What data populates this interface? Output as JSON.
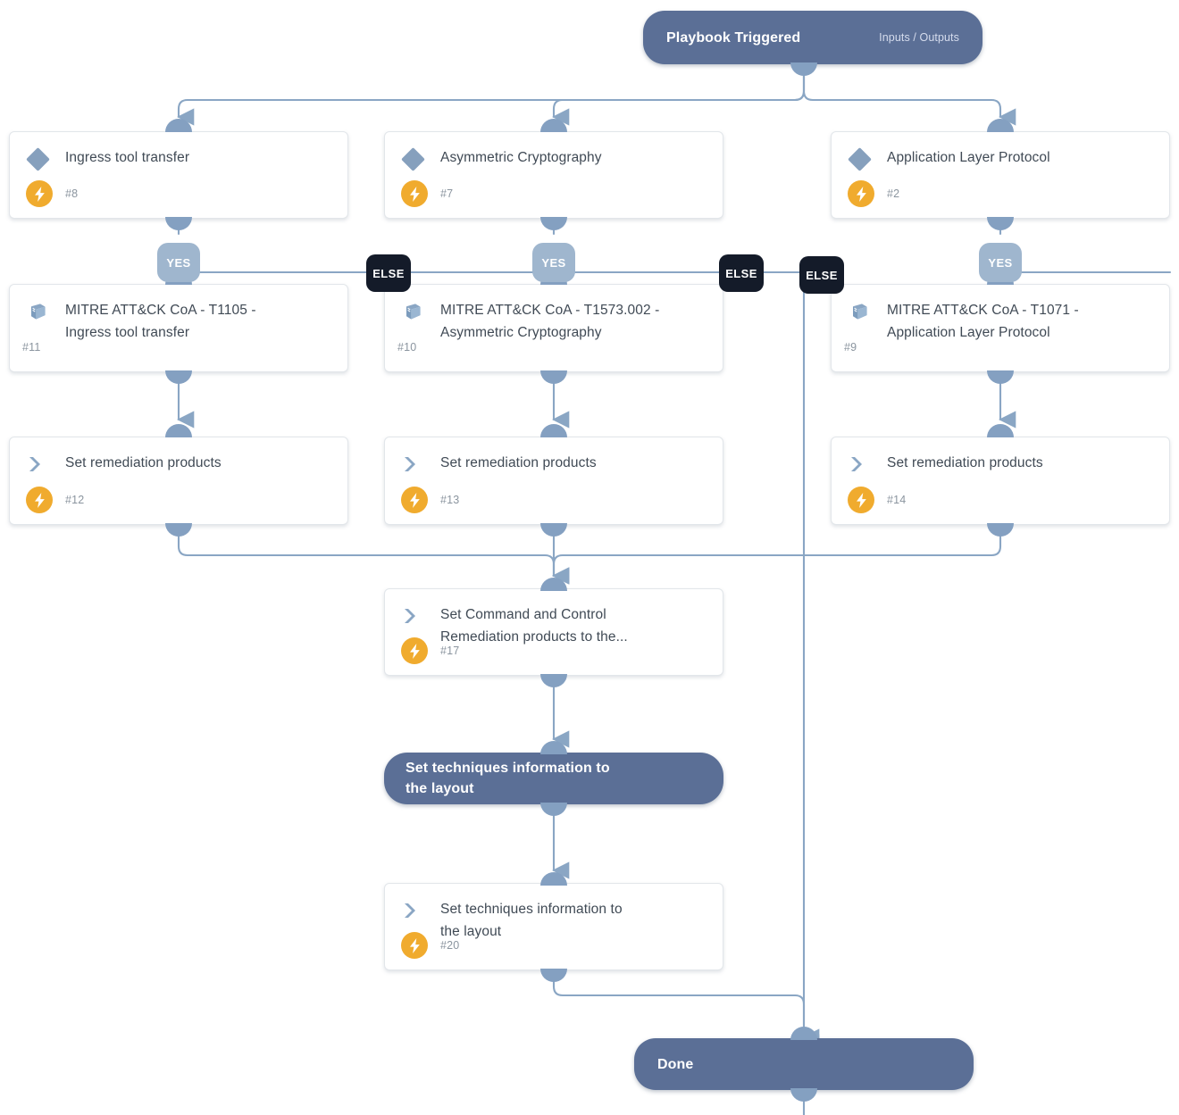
{
  "colors": {
    "canvas_bg": "#ffffff",
    "pill_fill": "#5b6f96",
    "card_fill": "#ffffff",
    "card_border": "#e2e6ea",
    "edge_stroke": "#8aa6c4",
    "port_fill": "#84a0c1",
    "condition_glyph": "#86a0bd",
    "automation_badge": "#f0ab2e",
    "yes_label_bg": "#9fb6ce",
    "else_label_bg": "#141b29",
    "title_text": "#404a55",
    "id_text": "#8b959f"
  },
  "trigger": {
    "title": "Playbook Triggered",
    "subtitle": "Inputs / Outputs"
  },
  "conditions": [
    {
      "title": "Ingress tool transfer",
      "id": "#8",
      "icon": "condition-diamond-icon",
      "automation": true
    },
    {
      "title": "Asymmetric Cryptography",
      "id": "#7",
      "icon": "condition-diamond-icon",
      "automation": true
    },
    {
      "title": "Application Layer Protocol",
      "id": "#2",
      "icon": "condition-diamond-icon",
      "automation": true
    }
  ],
  "subplaybooks": [
    {
      "title": "MITRE ATT&CK CoA - T1105 -\nIngress tool transfer",
      "id": "#11",
      "icon": "sub-playbook-book-icon",
      "automation": false
    },
    {
      "title": "MITRE ATT&CK CoA - T1573.002 -\nAsymmetric Cryptography",
      "id": "#10",
      "icon": "sub-playbook-book-icon",
      "automation": false
    },
    {
      "title": "MITRE ATT&CK CoA - T1071 -\nApplication Layer Protocol",
      "id": "#9",
      "icon": "sub-playbook-book-icon",
      "automation": false
    }
  ],
  "remediation": [
    {
      "title": "Set remediation products",
      "id": "#12",
      "icon": "task-chevron-icon",
      "automation": true
    },
    {
      "title": "Set remediation products",
      "id": "#13",
      "icon": "task-chevron-icon",
      "automation": true
    },
    {
      "title": "Set remediation products",
      "id": "#14",
      "icon": "task-chevron-icon",
      "automation": true
    }
  ],
  "merge_task": {
    "title": "Set Command and Control\nRemediation products to the...",
    "id": "#17",
    "icon": "task-chevron-icon",
    "automation": true
  },
  "section": {
    "title": "Set techniques information to\nthe layout"
  },
  "layout_task": {
    "title": "Set techniques information to\nthe layout",
    "id": "#20",
    "icon": "task-chevron-icon",
    "automation": true
  },
  "done": {
    "title": "Done"
  },
  "branch_labels": {
    "yes": "YES",
    "else": "ELSE"
  }
}
